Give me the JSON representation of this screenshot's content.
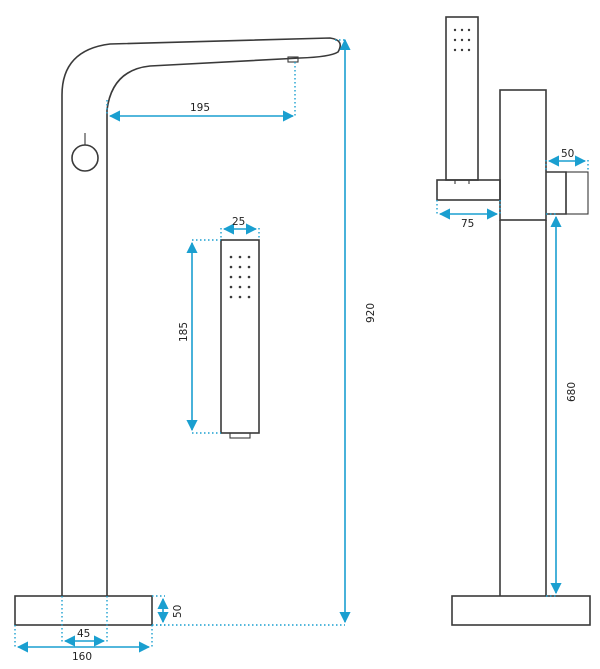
{
  "dimensions": {
    "spout_reach": "195",
    "hand_shower_width": "25",
    "hand_shower_length": "185",
    "total_height": "920",
    "base_height": "50",
    "column_width": "45",
    "base_width": "160",
    "holder_width": "50",
    "holder_depth": "75",
    "holder_height": "680"
  },
  "colors": {
    "outline": "#3a3a3a",
    "dimension": "#1a9fd0"
  }
}
